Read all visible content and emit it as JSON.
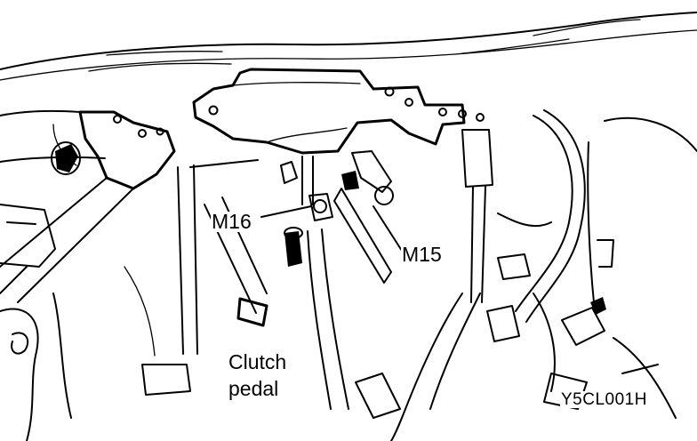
{
  "callouts": {
    "m16": "M16",
    "m15": "M15",
    "clutch_line1": "Clutch",
    "clutch_line2": "pedal"
  },
  "figure_code": "Y5CL001H",
  "colors": {
    "ink": "#000000",
    "paper": "#ffffff"
  }
}
